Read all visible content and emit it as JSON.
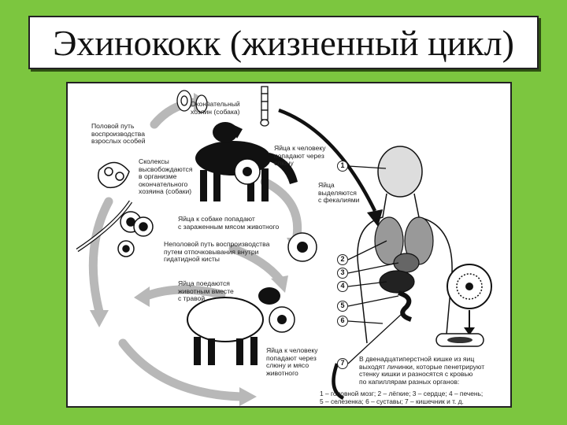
{
  "slide": {
    "title": "Эхинококк (жизненный цикл)"
  },
  "labels": {
    "final_host": "Окончательный\nхозяин (собака)",
    "sexual_path": "Половой путь\nвоспроизводства\nвзрослых особей",
    "eggs_to_human": "Яйца к человеку\nпопадают через\nслюну",
    "scolexes": "Сколексы\nвысвобождаются\nв организме\nокончательного\nхозяина (собаки)",
    "eggs_feces": "Яйца\nвыделяются\nс фекалиями",
    "eggs_to_dog": "Яйца к собаке попадают\nс зараженным мясом животного",
    "asexual": "Неполовой путь воспроизводства\nпутем отпочковывания внутри\nгидатидной кисты",
    "eggs_grass": "Яйца поедаются\nживотным вместе\nс травой",
    "eggs_saliva_meat": "Яйца к человеку\nпопадают через\nслюну и мясо\nживотного",
    "duodenum": "В двенадцатиперстной кишке из яиц\nвыходят личинки, которые пенетрируют\nстенку кишки и разносятся с кровью\nпо капиллярам разных органов:",
    "legend": "1 – головной мозг; 2 – лёгкие; 3 – сердце; 4 – печень;\n5 – селезенка; 6 – суставы; 7 – кишечник и т. д."
  },
  "organ_markers": [
    "1",
    "2",
    "3",
    "4",
    "5",
    "6",
    "7"
  ],
  "colors": {
    "slide_bg": "#7cc63f",
    "arrow_gray": "#b5b5b5",
    "ink": "#111111"
  }
}
